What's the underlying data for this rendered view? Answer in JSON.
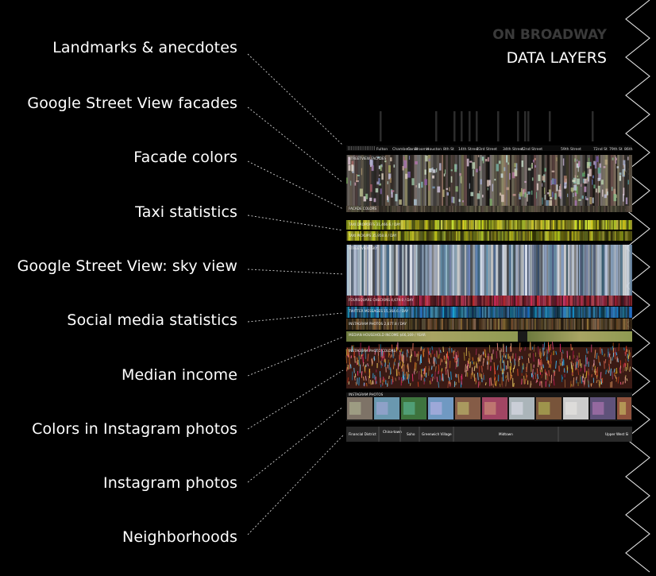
{
  "header": {
    "title": "ON BROADWAY",
    "subtitle": "DATA LAYERS"
  },
  "layers": [
    {
      "label": "Landmarks & anecdotes"
    },
    {
      "label": "Google Street View facades"
    },
    {
      "label": "Facade colors"
    },
    {
      "label": "Taxi statistics"
    },
    {
      "label": "Google Street View: sky view"
    },
    {
      "label": "Social media statistics"
    },
    {
      "label": "Median income"
    },
    {
      "label": "Colors in Instagram photos"
    },
    {
      "label": "Instagram photos"
    },
    {
      "label": "Neighborhoods"
    }
  ],
  "visual": {
    "street_labels": [
      "Fulton",
      "Chambers",
      "Canal",
      "Broome",
      "Houston",
      "8th St",
      "14th Street",
      "23rd Street",
      "34th Street",
      "42nd Street",
      "59th Street",
      "72nd St",
      "79th St",
      "86th"
    ],
    "strip_captions": {
      "facades": "STREETVIEW FACADES",
      "facade_colors": "FACADE COLORS",
      "taxi_dropoffs": "TAXI DROPOFFS 31,466.6 / DAY",
      "taxi_pickups": "TAXI PICKUPS 35,958.8 / DAY",
      "sky": "STREETVIEW SKY",
      "foursquare": "FOURSQUARE CHECKINS 4,679.0 / DAY",
      "twitter": "TWITTER MESSAGES 15,164.6 / DAY",
      "instagram": "INSTAGRAM PHOTOS 2,677.8 / DAY",
      "income": "MEDIAN HOUSEHOLD INCOME $66,169 / YEAR",
      "ig_colors": "INSTAGRAM PHOTO COLORS",
      "ig_photos": "INSTAGRAM PHOTOS"
    },
    "neighborhoods": [
      "Financial District",
      "China-town",
      "Soho",
      "Greenwich Village",
      "Midtown",
      "Upper West Si"
    ]
  }
}
